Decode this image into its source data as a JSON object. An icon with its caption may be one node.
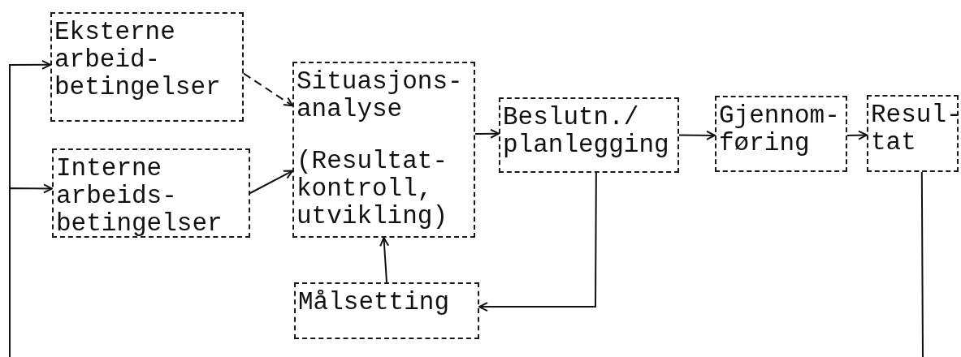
{
  "diagram": {
    "nodes": [
      {
        "text": [
          "Eksterne arbeid- betingelser"
        ]
      },
      {
        "text": [
          "Interne arbeids- betingelser"
        ]
      },
      {
        "text": [
          "Situasjons- analyse",
          "(Resultat- kontroll, utvikling)"
        ]
      },
      {
        "text": [
          "Målsetting"
        ]
      },
      {
        "text": [
          "Beslutn./ planlegging"
        ]
      },
      {
        "text": [
          "Gjennom- føring"
        ]
      },
      {
        "text": [
          "Resul- tat"
        ]
      }
    ],
    "edges": [
      {
        "from": 0,
        "to": 2,
        "arrow": "to",
        "style": "dashed"
      },
      {
        "from": 1,
        "to": 2,
        "arrow": "to"
      },
      {
        "from": 2,
        "to": 4,
        "arrow": "to"
      },
      {
        "from": 4,
        "to": 5,
        "arrow": "to"
      },
      {
        "from": 5,
        "to": 6,
        "arrow": "to"
      },
      {
        "from": 3,
        "to": 2,
        "arrow": "to"
      },
      {
        "from": 4,
        "to": 3,
        "arrow": "to"
      },
      {
        "from": 6,
        "to": null,
        "arrow": "none"
      },
      {
        "from": null,
        "to": 0,
        "arrow": "to"
      },
      {
        "from": null,
        "to": 1,
        "arrow": "to"
      }
    ]
  }
}
